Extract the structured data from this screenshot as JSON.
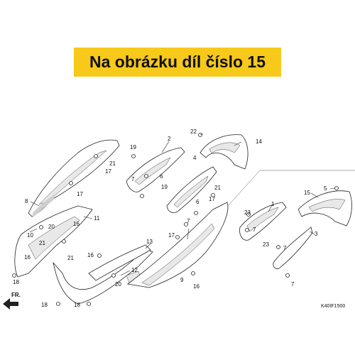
{
  "banner": {
    "text": "Na obrázku díl číslo 15"
  },
  "diagram_code": "K40IF1500",
  "direction_label": "FR.",
  "callouts": {
    "c1": "1",
    "c2": "2",
    "c3": "3",
    "c4": "4",
    "c5": "5",
    "c6a": "6",
    "c6b": "6",
    "c7a": "7",
    "c7b": "7",
    "c7c": "7",
    "c7d": "7",
    "c7e": "7",
    "c8": "8",
    "c9": "9",
    "c10": "10",
    "c11": "11",
    "c12": "12",
    "c13": "13",
    "c14": "14",
    "c15": "15",
    "c16a": "16",
    "c16b": "16",
    "c16c": "16",
    "c16d": "16",
    "c17a": "17",
    "c17b": "17",
    "c17c": "17",
    "c17d": "17",
    "c18a": "18",
    "c18b": "18",
    "c18c": "18",
    "c19a": "19",
    "c19b": "19",
    "c20a": "20",
    "c20b": "20",
    "c21a": "21",
    "c21b": "21",
    "c21c": "21",
    "c21d": "21",
    "c22": "22",
    "c23a": "23",
    "c23b": "23"
  }
}
